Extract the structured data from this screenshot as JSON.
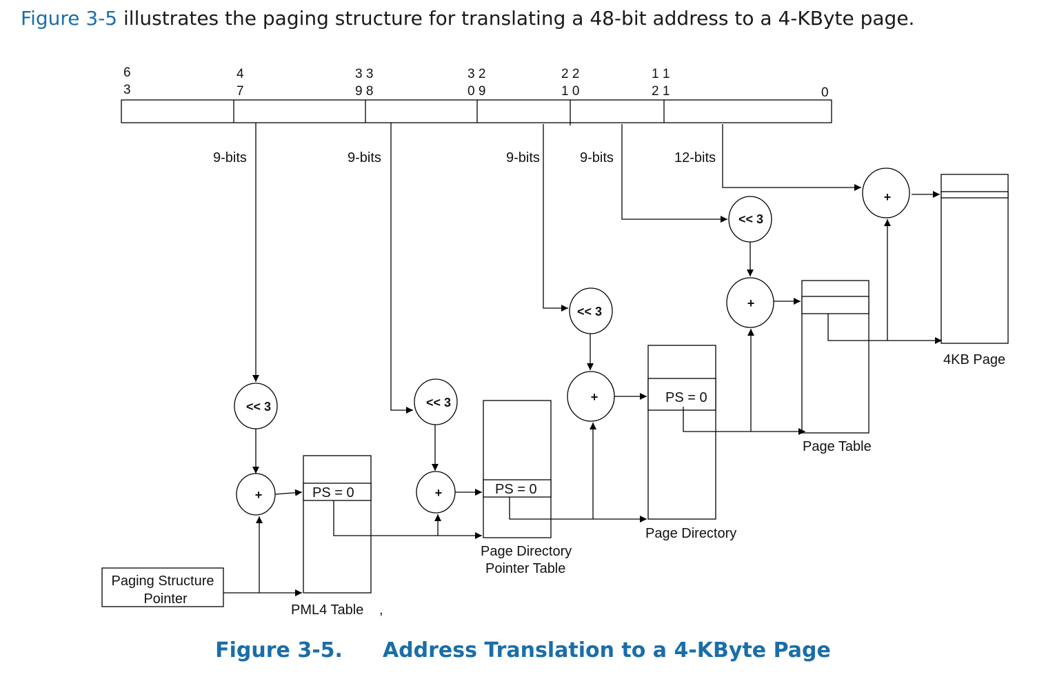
{
  "intro": {
    "ref": "Figure 3-5",
    "rest": " illustrates the paging structure for translating a 48-bit address to a 4-KByte page."
  },
  "caption": {
    "number": "Figure 3-5.",
    "title": "Address Translation to a 4-KByte Page"
  },
  "bit_positions": {
    "b63": [
      "6",
      "3"
    ],
    "b47": [
      "4",
      "7"
    ],
    "b39_38": [
      "3 3",
      "9 8"
    ],
    "b30_29": [
      "3  2",
      "0  9"
    ],
    "b21_20": [
      "2 2",
      "1 0"
    ],
    "b12_11": [
      "1 1",
      "2 1"
    ],
    "b0": "0"
  },
  "field_widths": [
    "9-bits",
    "9-bits",
    "9-bits",
    "9-bits",
    "12-bits"
  ],
  "operators": {
    "shift": "<< 3",
    "add": "+"
  },
  "entries": {
    "ps": "PS = 0"
  },
  "labels": {
    "pml4": "PML4 Table",
    "pml4_mark": ",",
    "pdpt": [
      "Page Directory",
      "Pointer Table"
    ],
    "pd": "Page Directory",
    "pt": "Page Table",
    "page": "4KB Page",
    "pointer": [
      "Paging Structure",
      "Pointer"
    ]
  }
}
